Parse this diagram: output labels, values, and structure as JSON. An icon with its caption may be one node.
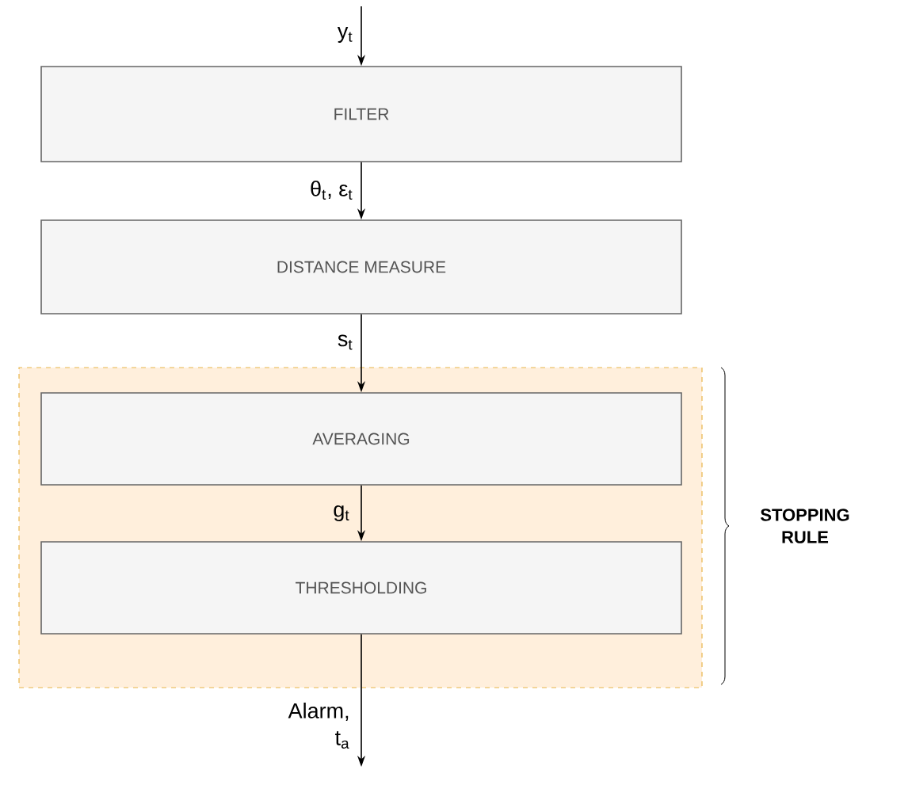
{
  "diagram": {
    "nodes": [
      {
        "text": [
          "FILTER"
        ]
      },
      {
        "text": [
          "DISTANCE MEASURE"
        ]
      },
      {
        "text": [],
        "shape": "box",
        "beside": [
          "STOPPING RULE"
        ]
      },
      {
        "text": [
          "AVERAGING"
        ],
        "in": 2
      },
      {
        "text": [
          "THRESHOLDING"
        ],
        "in": 2
      }
    ],
    "edges": [
      {
        "from": null,
        "to": 0,
        "arrow": "to",
        "label": "y$_{t}$"
      },
      {
        "from": 0,
        "to": 1,
        "arrow": "to",
        "label": "θ$_{t}$, ε$_{t}$"
      },
      {
        "from": 1,
        "to": 3,
        "arrow": "to",
        "label": "s$_{t}$"
      },
      {
        "from": 3,
        "to": 4,
        "arrow": "to",
        "label": "g$_{t}$"
      },
      {
        "from": 4,
        "to": null,
        "arrow": "to",
        "label": "Alarm, t$_{a}$"
      }
    ]
  }
}
